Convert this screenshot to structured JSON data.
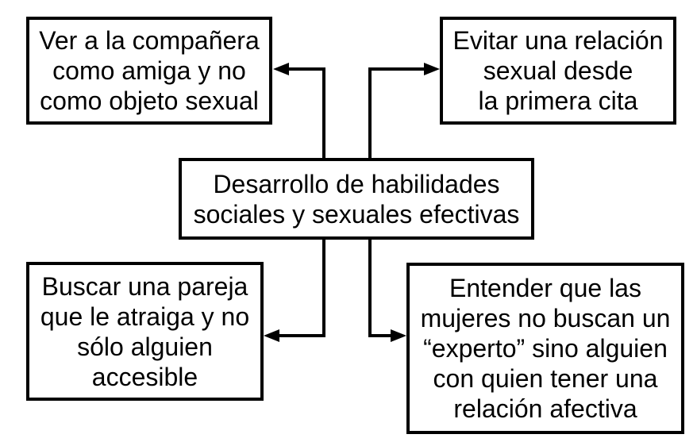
{
  "diagram": {
    "type": "flowchart",
    "colors": {
      "background": "#ffffff",
      "line": "#000000",
      "text": "#000000"
    },
    "center": {
      "text": "Desarrollo de habilidades\nsociales y sexuales efectivas"
    },
    "top_left": {
      "text": "Ver a la compañera\ncomo amiga y no\ncomo objeto sexual"
    },
    "top_right": {
      "text": "Evitar una relación\nsexual desde\nla primera cita"
    },
    "bottom_left": {
      "text": "Buscar una pareja\nque le atraiga y no\nsólo alguien\naccesible"
    },
    "bottom_right": {
      "text": "Entender que las\nmujeres no buscan un\n“experto” sino alguien\ncon quien tener una\nrelación afectiva"
    },
    "connections": [
      "center -> top_left",
      "center -> top_right",
      "center -> bottom_left",
      "center -> bottom_right"
    ]
  }
}
